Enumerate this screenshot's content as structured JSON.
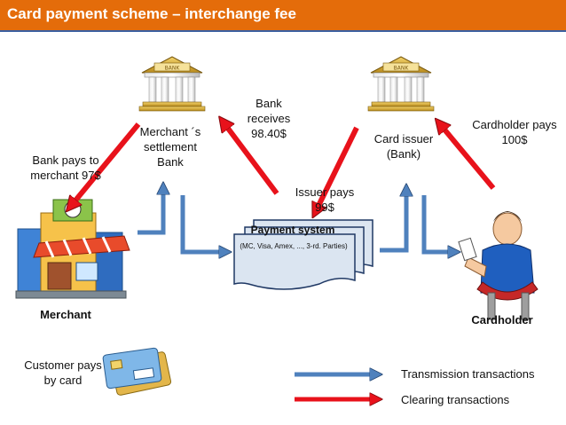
{
  "title": "Card payment scheme – interchange fee",
  "nodes": {
    "merchant_bank": "Merchant ´s settlement Bank",
    "card_issuer": "Card issuer (Bank)",
    "merchant": "Merchant",
    "cardholder": "Cardholder",
    "payment_system": "Payment system",
    "payment_system_detail": "(MC, Visa, Amex, ..., 3-rd. Parties)"
  },
  "flows": {
    "bank_pays_merchant": "Bank pays to merchant 97$",
    "bank_receives": "Bank receives 98.40$",
    "issuer_pays": "Issuer pays 99$",
    "cardholder_pays": "Cardholder pays 100$",
    "customer_pays_card": "Customer pays by card"
  },
  "legend": {
    "transmission": "Transmission transactions",
    "clearing": "Clearing transactions"
  },
  "bank_sign": "BANK",
  "colors": {
    "title_bar": "#e46c0a",
    "transmission_arrow": "#4f81bd",
    "clearing_arrow": "#e8121b"
  }
}
